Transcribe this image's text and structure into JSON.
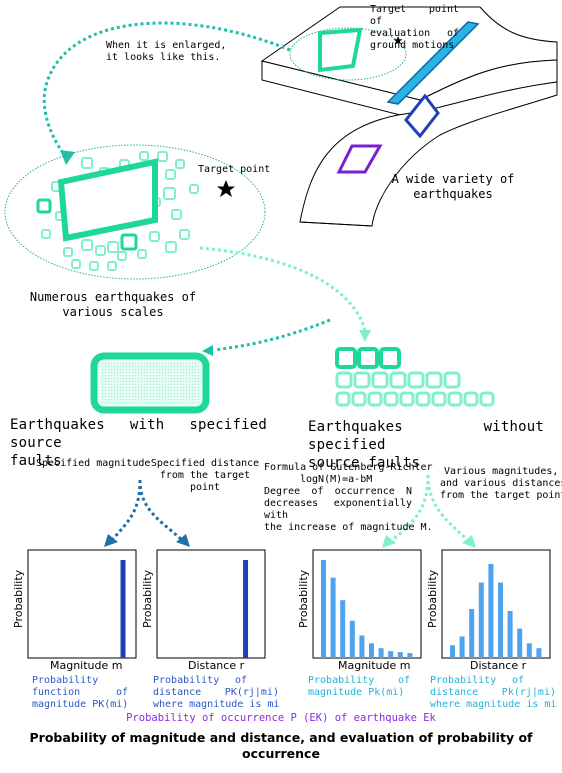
{
  "labels": {
    "target_eval": [
      "Target point of",
      "evaluation of",
      "ground motions"
    ],
    "enlarged": [
      "When it is enlarged,",
      "it looks like this."
    ],
    "target_point": "Target point",
    "wide_variety": [
      "A wide variety of",
      "earthquakes"
    ],
    "numerous": [
      "Numerous earthquakes of",
      "various scales"
    ],
    "specified_faults": [
      "Earthquakes with specified source",
      "faults"
    ],
    "without_faults": [
      "Earthquakes without specified",
      "source faults"
    ],
    "specified_magnitude": "Specified magnitude",
    "specified_distance": [
      "Specified distance",
      "from the target",
      "point"
    ],
    "gutenberg": [
      "Formula of Gutenberg-Richter",
      "logN(M)=a-bM",
      "Degree of occurrence N",
      "decreases exponentially with",
      "the increase of magnitude M."
    ],
    "various": [
      "Various magnitudes,",
      "and various distances",
      "from the target point"
    ],
    "ylabel": "Probability",
    "xlabel_m": "Magnitude m",
    "xlabel_r": "Distance r",
    "cap1": [
      "Probability",
      "function of",
      "magnitude PK(mi)"
    ],
    "cap2": [
      "Probability of",
      "distance PK(rj|mi)",
      "where magnitude is mi"
    ],
    "cap3": [
      "Probability of",
      "magnitude Pk(mi)"
    ],
    "cap4": [
      "Probability of",
      "distance Pk(rj|mi)",
      "where magnitude is mi"
    ],
    "occurrence": "Probability of occurrence P (EK) of earthquake Ek",
    "title": "Probability of magnitude and distance, and evaluation of probability of occurrence"
  },
  "icons": [
    "star-icon",
    "arrow-icon"
  ],
  "colors": {
    "green": "#1ed89a",
    "light_green": "#7ff0c8",
    "dark_blue": "#1f3fb8",
    "bar_light_blue": "#4da3f0",
    "purple": "#7a1fd0",
    "cyan": "#1fb3d8"
  },
  "chart_data": [
    {
      "type": "bar",
      "xlabel": "Magnitude m",
      "ylabel": "Probability",
      "values": [
        1.0
      ],
      "positions": [
        0.88
      ]
    },
    {
      "type": "bar",
      "xlabel": "Distance r",
      "ylabel": "Probability",
      "values": [
        1.0
      ],
      "positions": [
        0.82
      ]
    },
    {
      "type": "bar",
      "xlabel": "Magnitude m",
      "ylabel": "Probability",
      "values": [
        1.0,
        0.82,
        0.59,
        0.38,
        0.23,
        0.15,
        0.1,
        0.07,
        0.06,
        0.05
      ]
    },
    {
      "type": "bar",
      "xlabel": "Distance r",
      "ylabel": "Probability",
      "values": [
        0.13,
        0.22,
        0.5,
        0.77,
        0.96,
        0.77,
        0.48,
        0.3,
        0.15,
        0.1
      ]
    }
  ]
}
